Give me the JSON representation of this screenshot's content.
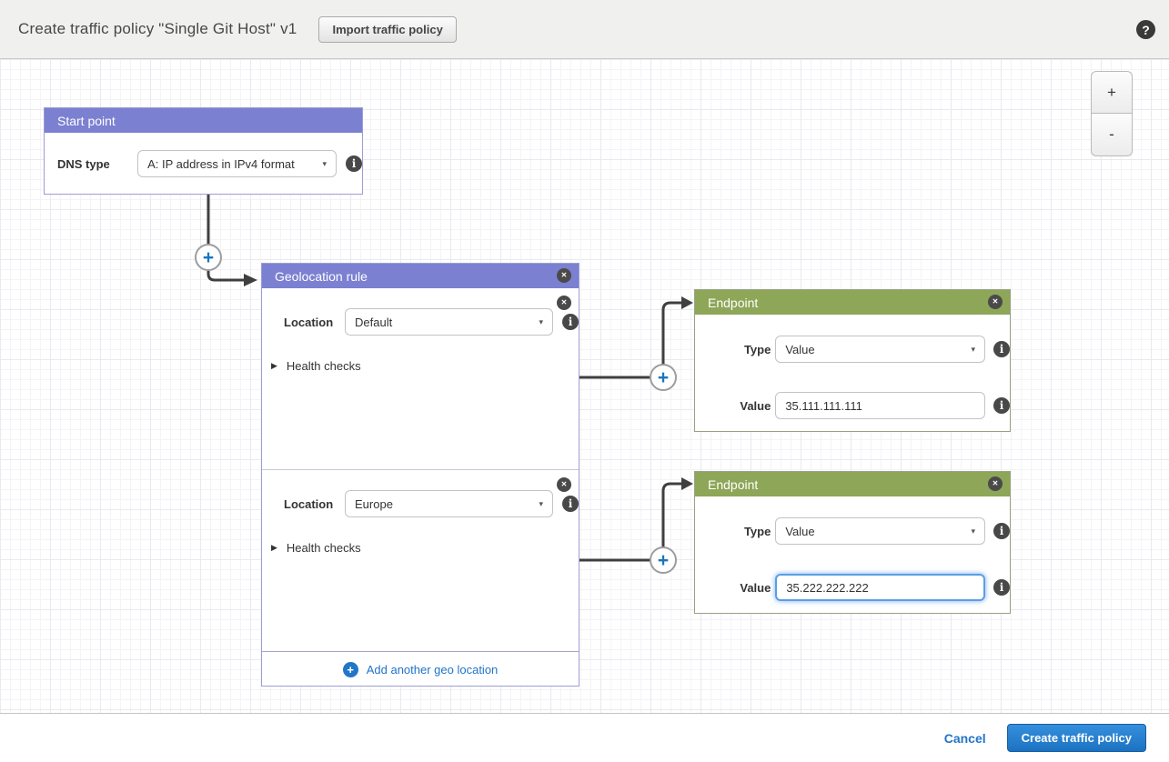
{
  "header": {
    "title": "Create traffic policy \"Single Git Host\" v1",
    "import_button": "Import traffic policy"
  },
  "canvas": {
    "zoom_controls": {
      "zoom_in": "+",
      "zoom_out": "-"
    },
    "start_point": {
      "title": "Start point",
      "dns_type_label": "DNS type",
      "dns_type_value": "A: IP address in IPv4 format"
    },
    "geolocation_rule": {
      "title": "Geolocation rule",
      "sections": [
        {
          "location_label": "Location",
          "location_value": "Default",
          "health_checks_label": "Health checks"
        },
        {
          "location_label": "Location",
          "location_value": "Europe",
          "health_checks_label": "Health checks"
        }
      ],
      "add_link": "Add another geo location"
    },
    "endpoints": [
      {
        "title": "Endpoint",
        "type_label": "Type",
        "type_value": "Value",
        "value_label": "Value",
        "value": "35.111.111.111",
        "focused": false
      },
      {
        "title": "Endpoint",
        "type_label": "Type",
        "type_value": "Value",
        "value_label": "Value",
        "value": "35.222.222.222",
        "focused": true
      }
    ]
  },
  "footer": {
    "cancel": "Cancel",
    "create": "Create traffic policy"
  },
  "icons": {
    "help": "?",
    "close": "✕",
    "info": "i",
    "plus": "+",
    "minus": "-",
    "caret": "▾",
    "expander": "▶",
    "add_plus": "+"
  },
  "colors": {
    "purple_header": "#7b80d1",
    "green_header": "#8ea657",
    "primary_button_blue": "#1f7ed6",
    "link_blue": "#2074c8",
    "connector_plus_blue": "#1b75bd"
  }
}
